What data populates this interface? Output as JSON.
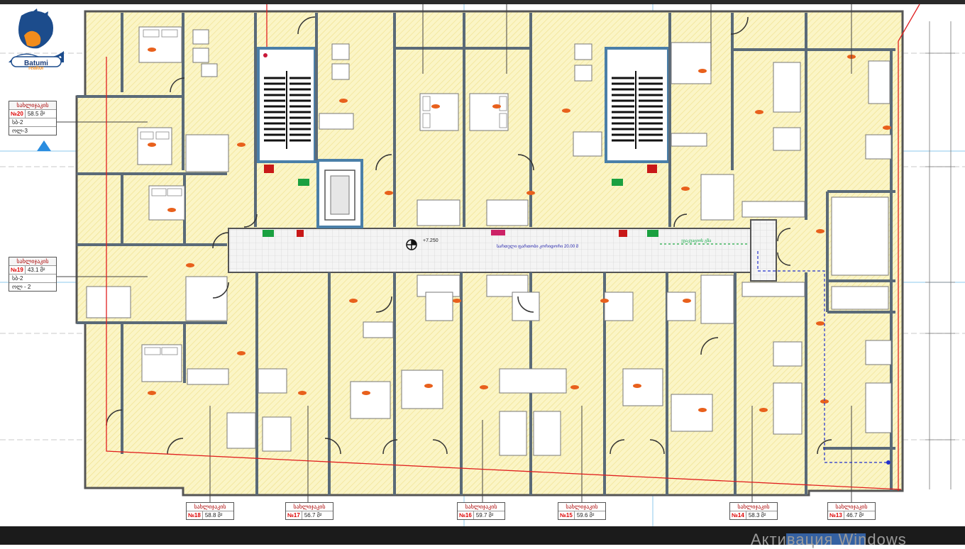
{
  "logo": {
    "brand": "Batumi",
    "sub": "realtor"
  },
  "apartments_left": [
    {
      "header": "სახლიჯაკის",
      "number": "№20",
      "area": "58.5 მ²",
      "sub1": "სბ-2",
      "sub2": "ოლ-3"
    },
    {
      "header": "სახლიჯაკის",
      "number": "№19",
      "area": "43.1 მ²",
      "sub1": "სბ-2",
      "sub2": "ოლ - 2"
    }
  ],
  "apartments_bottom": [
    {
      "header": "სახლიჯაკის",
      "number": "№18",
      "area": "58.8 მ²"
    },
    {
      "header": "სახლიჯაკის",
      "number": "№17",
      "area": "56.7 მ²"
    },
    {
      "header": "სახლიჯაკის",
      "number": "№16",
      "area": "59.7 მ²"
    },
    {
      "header": "სახლიჯაკის",
      "number": "№15",
      "area": "59.6 მ²"
    },
    {
      "header": "სახლიჯაკის",
      "number": "№14",
      "area": "58.3 მ²"
    },
    {
      "header": "სახლიჯაკის",
      "number": "№13",
      "area": "46.7 მ²"
    }
  ],
  "labels": {
    "elevation": "+7.250",
    "corridor_note": "სართული ფართობი კორიდორი 20.00 მ",
    "green_note": "ევაკუაციის გზა"
  },
  "watermark": "Активация Windows",
  "colors": {
    "floor": "#fbf5c6",
    "wall": "#6a6a6a",
    "stair": "#1a1a1a",
    "accent_red": "#d42020",
    "fixture_orange": "#e8601c",
    "grid_blue": "#5ab0e6"
  }
}
